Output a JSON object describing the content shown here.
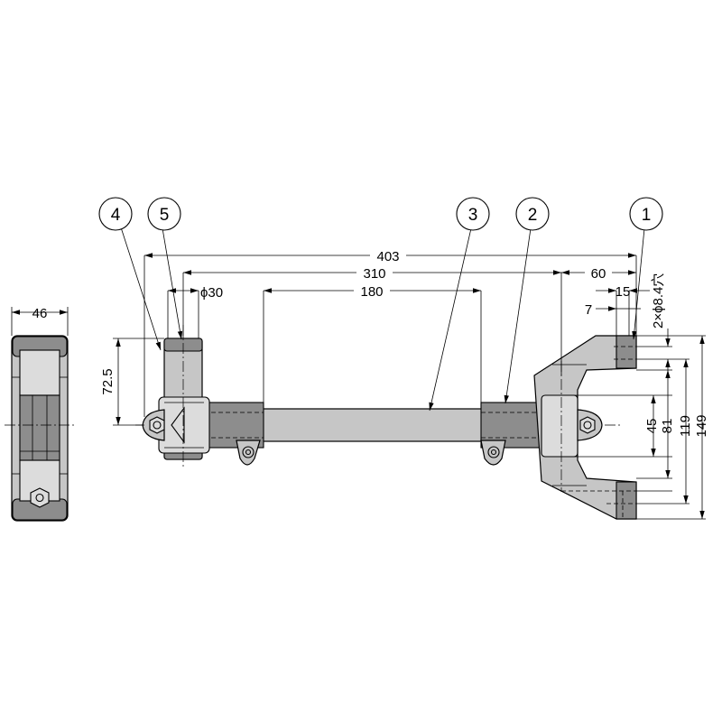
{
  "callouts": [
    "1",
    "2",
    "3",
    "4",
    "5"
  ],
  "dimensions": {
    "total_length": "403",
    "bracket_span": "310",
    "grip_length": "180",
    "right_offset": "60",
    "bolt_pitch": "15",
    "bolt_edge": "7",
    "hole_spec": "2×ϕ8.4穴",
    "bar_diameter": "ϕ30",
    "side_width": "46",
    "height_left": "72.5",
    "h45": "45",
    "h81": "81",
    "h119": "119",
    "h149": "149"
  }
}
